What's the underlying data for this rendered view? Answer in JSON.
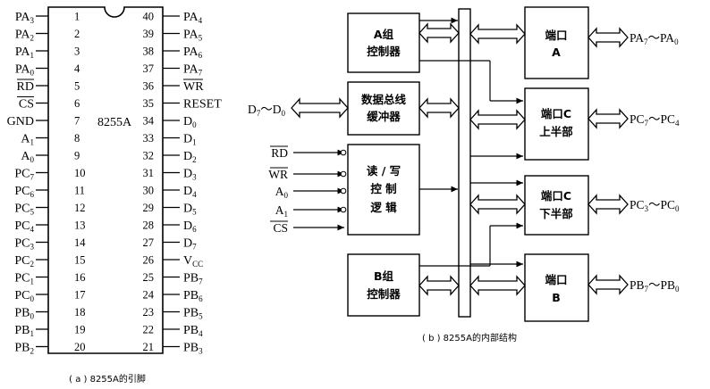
{
  "chip": {
    "title": "8255A",
    "left_pins": [
      {
        "n": "1",
        "name": "PA",
        "sub": "3",
        "overbar": false
      },
      {
        "n": "2",
        "name": "PA",
        "sub": "2",
        "overbar": false
      },
      {
        "n": "3",
        "name": "PA",
        "sub": "1",
        "overbar": false
      },
      {
        "n": "4",
        "name": "PA",
        "sub": "0",
        "overbar": false
      },
      {
        "n": "5",
        "name": "RD",
        "sub": "",
        "overbar": true
      },
      {
        "n": "6",
        "name": "CS",
        "sub": "",
        "overbar": true
      },
      {
        "n": "7",
        "name": "GND",
        "sub": "",
        "overbar": false
      },
      {
        "n": "8",
        "name": "A",
        "sub": "1",
        "overbar": false
      },
      {
        "n": "9",
        "name": "A",
        "sub": "0",
        "overbar": false
      },
      {
        "n": "10",
        "name": "PC",
        "sub": "7",
        "overbar": false
      },
      {
        "n": "11",
        "name": "PC",
        "sub": "6",
        "overbar": false
      },
      {
        "n": "12",
        "name": "PC",
        "sub": "5",
        "overbar": false
      },
      {
        "n": "13",
        "name": "PC",
        "sub": "4",
        "overbar": false
      },
      {
        "n": "14",
        "name": "PC",
        "sub": "3",
        "overbar": false
      },
      {
        "n": "15",
        "name": "PC",
        "sub": "2",
        "overbar": false
      },
      {
        "n": "16",
        "name": "PC",
        "sub": "1",
        "overbar": false
      },
      {
        "n": "17",
        "name": "PC",
        "sub": "0",
        "overbar": false
      },
      {
        "n": "18",
        "name": "PB",
        "sub": "0",
        "overbar": false
      },
      {
        "n": "19",
        "name": "PB",
        "sub": "1",
        "overbar": false
      },
      {
        "n": "20",
        "name": "PB",
        "sub": "2",
        "overbar": false
      }
    ],
    "right_pins": [
      {
        "n": "40",
        "name": "PA",
        "sub": "4",
        "overbar": false
      },
      {
        "n": "39",
        "name": "PA",
        "sub": "5",
        "overbar": false
      },
      {
        "n": "38",
        "name": "PA",
        "sub": "6",
        "overbar": false
      },
      {
        "n": "37",
        "name": "PA",
        "sub": "7",
        "overbar": false
      },
      {
        "n": "36",
        "name": "WR",
        "sub": "",
        "overbar": true
      },
      {
        "n": "35",
        "name": "RESET",
        "sub": "",
        "overbar": false
      },
      {
        "n": "34",
        "name": "D",
        "sub": "0",
        "overbar": false
      },
      {
        "n": "33",
        "name": "D",
        "sub": "1",
        "overbar": false
      },
      {
        "n": "32",
        "name": "D",
        "sub": "2",
        "overbar": false
      },
      {
        "n": "31",
        "name": "D",
        "sub": "3",
        "overbar": false
      },
      {
        "n": "30",
        "name": "D",
        "sub": "4",
        "overbar": false
      },
      {
        "n": "29",
        "name": "D",
        "sub": "5",
        "overbar": false
      },
      {
        "n": "28",
        "name": "D",
        "sub": "6",
        "overbar": false
      },
      {
        "n": "27",
        "name": "D",
        "sub": "7",
        "overbar": false
      },
      {
        "n": "26",
        "name": "V",
        "sub": "CC",
        "overbar": false
      },
      {
        "n": "25",
        "name": "PB",
        "sub": "7",
        "overbar": false
      },
      {
        "n": "24",
        "name": "PB",
        "sub": "6",
        "overbar": false
      },
      {
        "n": "23",
        "name": "PB",
        "sub": "5",
        "overbar": false
      },
      {
        "n": "22",
        "name": "PB",
        "sub": "4",
        "overbar": false
      },
      {
        "n": "21",
        "name": "PB",
        "sub": "3",
        "overbar": false
      }
    ],
    "caption": "( a ) 8255A的引脚"
  },
  "internal": {
    "blocks": {
      "group_a": [
        "A组",
        "控制器"
      ],
      "bus_buffer": [
        "数据总线",
        "缓冲器"
      ],
      "rw_logic": [
        "读 / 写",
        "控 制",
        "逻 辑"
      ],
      "group_b": [
        "B组",
        "控制器"
      ],
      "port_a": [
        "端口",
        "A"
      ],
      "port_c_upper": [
        "端口C",
        "上半部"
      ],
      "port_c_lower": [
        "端口C",
        "下半部"
      ],
      "port_b": [
        "端口",
        "B"
      ]
    },
    "bus_label": {
      "main": "D",
      "sub1": "7",
      "mid": "～D",
      "sub2": "0"
    },
    "outputs": {
      "pa": {
        "a": "PA",
        "s1": "7",
        "m": "～PA",
        "s2": "0"
      },
      "pc_upper": {
        "a": "PC",
        "s1": "7",
        "m": "～PC",
        "s2": "4"
      },
      "pc_lower": {
        "a": "PC",
        "s1": "3",
        "m": "～PC",
        "s2": "0"
      },
      "pb": {
        "a": "PB",
        "s1": "7",
        "m": "～PB",
        "s2": "0"
      }
    },
    "control_inputs": [
      {
        "name": "RD",
        "sub": "",
        "overbar": true
      },
      {
        "name": "WR",
        "sub": "",
        "overbar": true
      },
      {
        "name": "A",
        "sub": "0",
        "overbar": false
      },
      {
        "name": "A",
        "sub": "1",
        "overbar": false
      },
      {
        "name": "CS",
        "sub": "",
        "overbar": true
      }
    ],
    "caption": "( b ) 8255A的内部结构"
  }
}
